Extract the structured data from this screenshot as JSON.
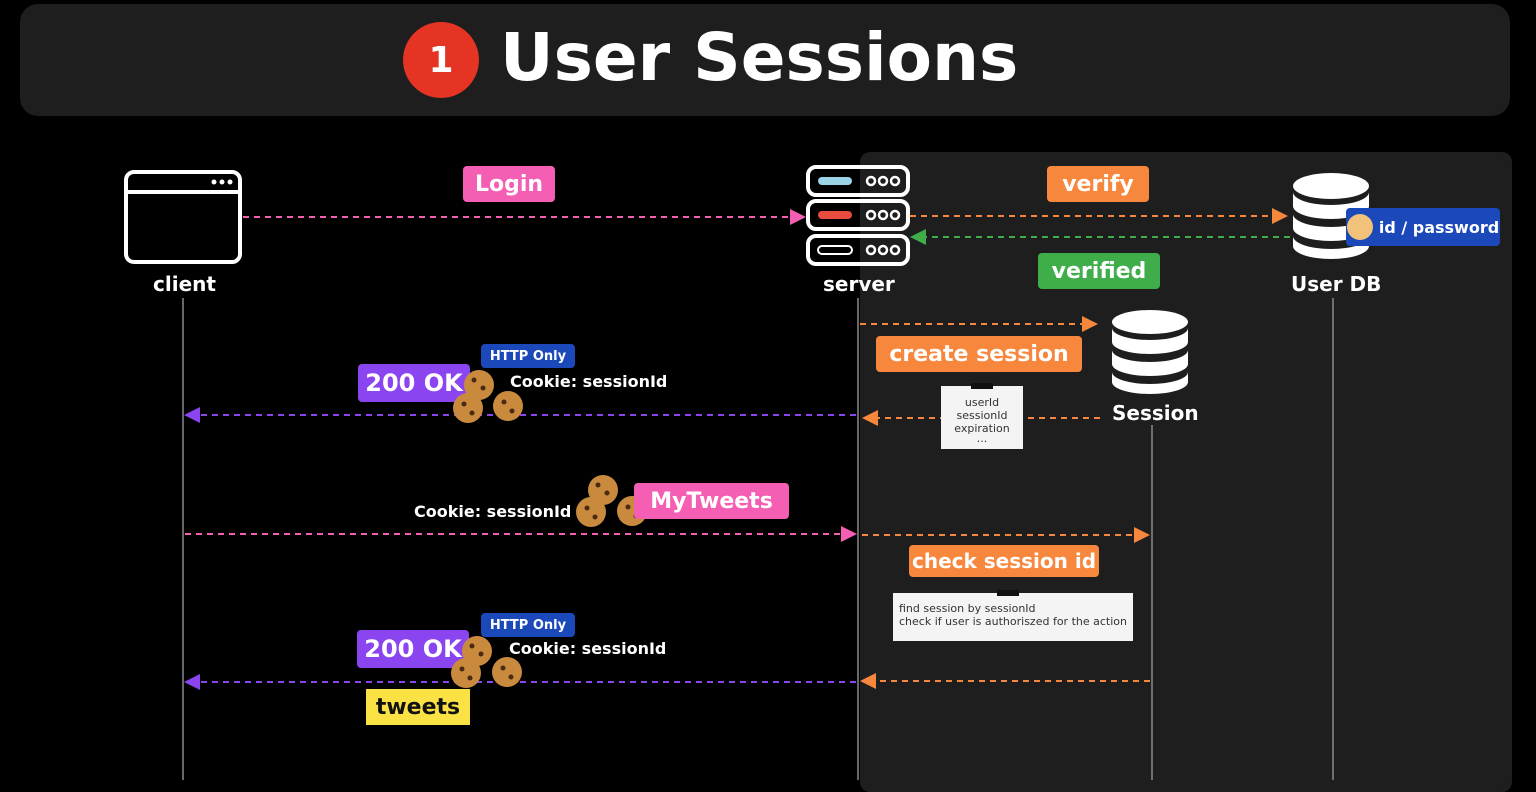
{
  "title": {
    "number": "1",
    "text": "User Sessions"
  },
  "actors": {
    "client": "client",
    "server": "server",
    "user_db": "User DB",
    "session": "Session"
  },
  "db_badge": "id / password",
  "messages": {
    "login": "Login",
    "verify": "verify",
    "verified": "verified",
    "create_session": "create session",
    "ok_1": "200 OK",
    "http_only_1": "HTTP Only",
    "cookie_1": "Cookie: sessionId",
    "cookie_2": "Cookie: sessionId",
    "mytweets": "MyTweets",
    "check_session": "check session id",
    "ok_2": "200 OK",
    "http_only_2": "HTTP Only",
    "cookie_3": "Cookie: sessionId",
    "tweets": "tweets"
  },
  "session_note": {
    "line1": "userId",
    "line2": "sessionId",
    "line3": "expiration",
    "line4": "..."
  },
  "check_note": {
    "line1": "find session by sessionId",
    "line2": "check if user is authoriszed for the action"
  },
  "colors": {
    "pink": "#f45fb4",
    "orange": "#f7873d",
    "green": "#3fae4a",
    "purple": "#8b45f0",
    "blue": "#1b49b9",
    "yellow": "#fbe244",
    "red": "#e53424"
  }
}
